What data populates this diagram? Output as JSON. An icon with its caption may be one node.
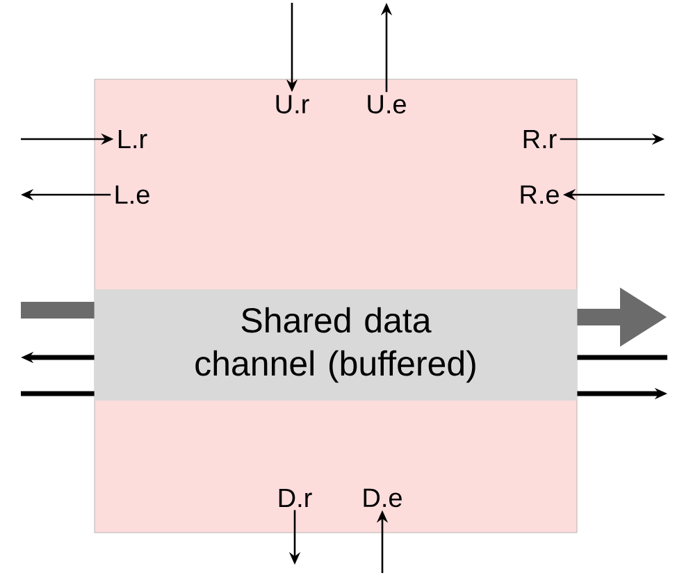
{
  "diagram": {
    "nodes": [
      {
        "text": [],
        "shape": "box"
      },
      {
        "text": [
          "U.r"
        ],
        "in": 0
      },
      {
        "text": [
          "U.e"
        ],
        "in": 0
      },
      {
        "text": [
          "L.r"
        ],
        "in": 0
      },
      {
        "text": [
          "R.r"
        ],
        "in": 0
      },
      {
        "text": [
          "L.e"
        ],
        "in": 0
      },
      {
        "text": [
          "R.e"
        ],
        "in": 0
      },
      {
        "text": [
          "Shared data channel (buffered)"
        ],
        "in": 0
      },
      {
        "text": [
          "D.r"
        ],
        "in": 0
      },
      {
        "text": [
          "D.e"
        ],
        "in": 0
      }
    ],
    "edges": [
      {
        "from": null,
        "to": 1,
        "arrow": "to"
      },
      {
        "from": 2,
        "to": null,
        "arrow": "to"
      },
      {
        "from": null,
        "to": 3,
        "arrow": "to"
      },
      {
        "from": 4,
        "to": null,
        "arrow": "to"
      },
      {
        "from": 5,
        "to": null,
        "arrow": "to"
      },
      {
        "from": null,
        "to": 6,
        "arrow": "to"
      },
      {
        "from": 8,
        "to": null,
        "arrow": "to"
      },
      {
        "from": null,
        "to": 9,
        "arrow": "to"
      },
      {
        "from": null,
        "to": 7,
        "arrow": "none",
        "style": "thick",
        "color": "#6b6b6b"
      },
      {
        "from": 7,
        "to": null,
        "arrow": "to",
        "style": "thick",
        "color": "#6b6b6b"
      },
      {
        "from": 7,
        "to": null,
        "arrow": "to",
        "style": "thick"
      },
      {
        "from": null,
        "to": 7,
        "arrow": "none",
        "style": "thick"
      },
      {
        "from": null,
        "to": 7,
        "arrow": "none",
        "style": "thick"
      },
      {
        "from": 7,
        "to": null,
        "arrow": "to",
        "style": "thick"
      }
    ]
  }
}
